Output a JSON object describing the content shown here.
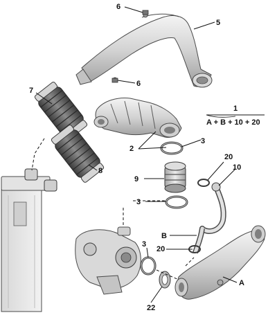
{
  "callouts": {
    "c6a": "6",
    "c5": "5",
    "c6b": "6",
    "c7": "7",
    "c1": "1",
    "c2": "2",
    "c3a": "3",
    "c20a": "20",
    "c10": "10",
    "c9": "9",
    "c8": "8",
    "c3b": "3",
    "cB": "B",
    "c3c": "3",
    "c20b": "20",
    "cA": "A",
    "c22": "22"
  },
  "formula": {
    "text": "A + B + 10 + 20"
  },
  "colors": {
    "part_light": "#e9e9e9",
    "part_mid": "#c8c8c8",
    "part_dark": "#9a9a9a",
    "hose_dark": "#5b5b5b",
    "outline": "#4a4a4a"
  }
}
